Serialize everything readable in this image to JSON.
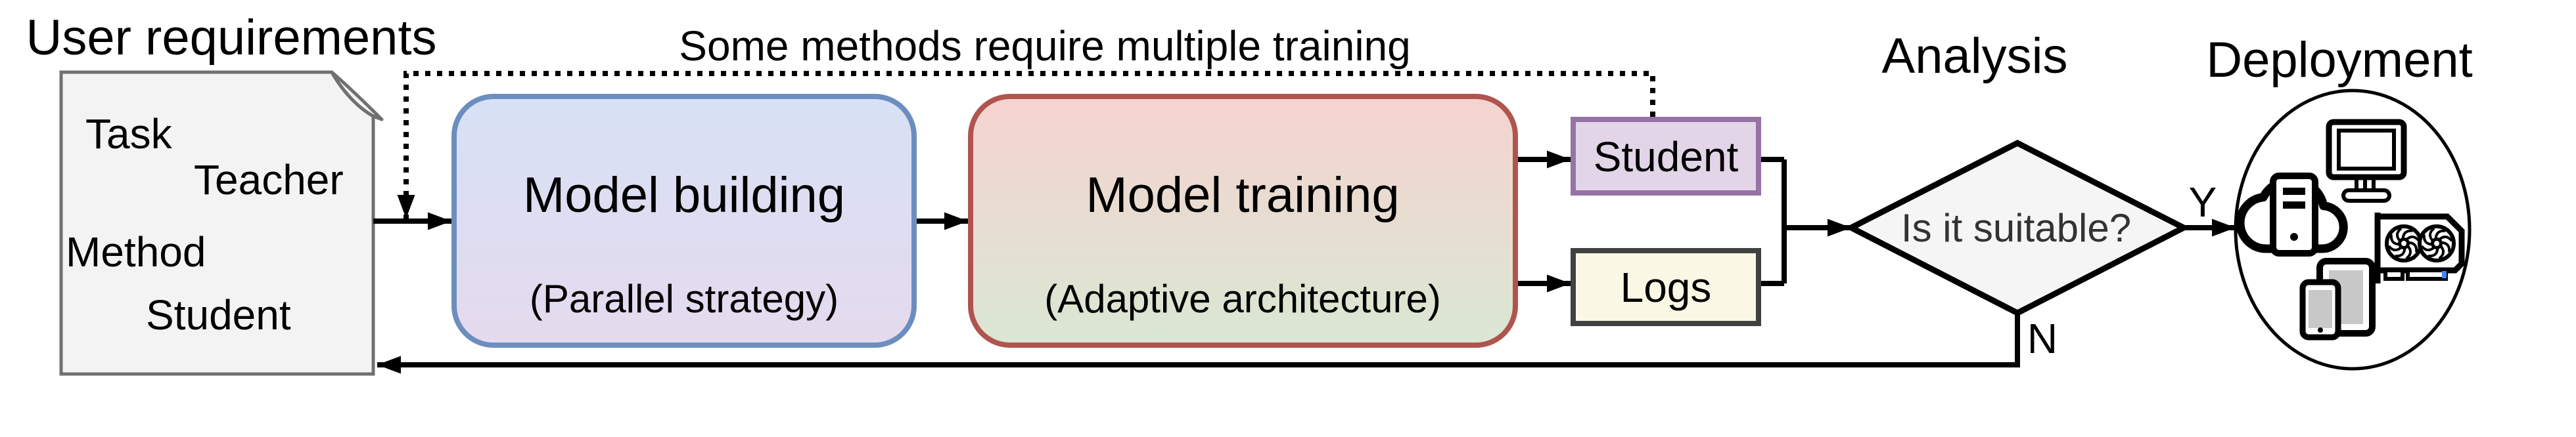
{
  "titles": {
    "left": "User requirements",
    "analysis": "Analysis",
    "deployment": "Deployment"
  },
  "annotation": "Some methods require multiple training",
  "document": {
    "items": [
      "Task",
      "Teacher",
      "Method",
      "Student"
    ]
  },
  "boxes": {
    "model_building": {
      "title": "Model building",
      "subtitle": "(Parallel strategy)",
      "border": "#6C8EBF",
      "fill_top": "#D7E1F5",
      "fill_bottom": "#E5DAEE"
    },
    "model_training": {
      "title": "Model training",
      "subtitle": "(Adaptive architecture)",
      "border": "#B05450",
      "fill_top": "#F5D3CF",
      "fill_bottom": "#DAE7D3"
    },
    "student": {
      "label": "Student",
      "border": "#9673A6",
      "fill": "#E2D5E8"
    },
    "logs": {
      "label": "Logs",
      "border": "#414141",
      "fill": "#FAF7E4"
    }
  },
  "decision": {
    "question": "Is it suitable?",
    "yes_label": "Y",
    "no_label": "N",
    "fill": "#F5F5F5"
  },
  "deployment": {
    "icons": [
      "cloud-server",
      "monitor",
      "gpu",
      "tablet-phone"
    ],
    "gpu_accent": "#4285F4"
  },
  "colors": {
    "line": "#000000",
    "document_fill": "#F3F3F3",
    "document_border": "#707070"
  }
}
